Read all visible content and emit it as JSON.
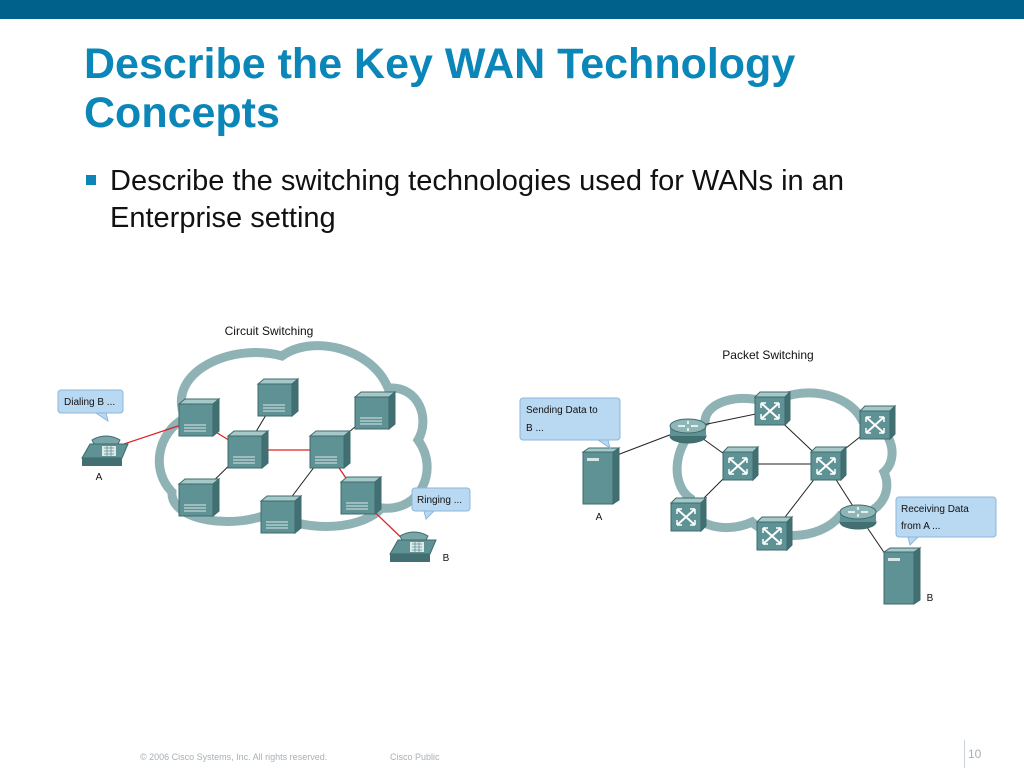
{
  "slide": {
    "title": "Describe the Key WAN Technology Concepts",
    "bullet": "Describe the switching technologies used for WANs in an Enterprise setting",
    "page_number": "10"
  },
  "footer": {
    "copyright": "© 2006 Cisco Systems, Inc. All rights reserved.",
    "classification": "Cisco Public"
  },
  "colors": {
    "title": "#0b86b9",
    "top_bar": "#00618a",
    "device_fill": "#5f9294",
    "cloud_border": "#8fb3b5",
    "circuit_link": "#e02020",
    "callout_fill": "#b9d8f2"
  },
  "circuit": {
    "title": "Circuit Switching",
    "callout_a": "Dialing B ...",
    "callout_b": "Ringing ...",
    "endpoint_a": "A",
    "endpoint_b": "B"
  },
  "packet": {
    "title": "Packet Switching",
    "callout_a_line1": "Sending Data to",
    "callout_a_line2": "B ...",
    "callout_b_line1": "Receiving Data",
    "callout_b_line2": "from A ...",
    "endpoint_a": "A",
    "endpoint_b": "B"
  }
}
